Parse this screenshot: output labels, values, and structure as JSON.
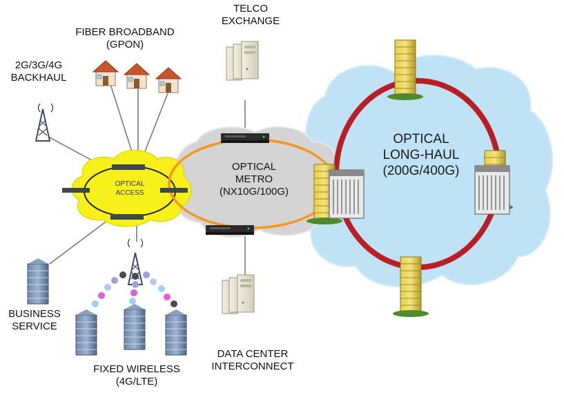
{
  "labels": {
    "telco": [
      "TELCO",
      "EXCHANGE"
    ],
    "fiber": [
      "FIBER BROADBAND",
      "(GPON)"
    ],
    "backhaul": [
      "2G/3G/4G",
      "BACKHAUL"
    ],
    "access": [
      "OPTICAL",
      "ACCESS"
    ],
    "metro": [
      "OPTICAL",
      "METRO",
      "(NX10G/100G)"
    ],
    "longhaul": [
      "OPTICAL",
      "LONG-HAUL",
      "(200G/400G)"
    ],
    "business": [
      "BUSINESS",
      "SERVICE"
    ],
    "wireless": [
      "FIXED WIRELESS",
      "(4G/LTE)"
    ],
    "datacenter": [
      "DATA CENTER",
      "INTERCONNECT"
    ]
  },
  "colors": {
    "access_cloud": "#f7f01a",
    "metro_cloud": "#d4d4d4",
    "longhaul_cloud": "#bfe3f5",
    "metro_ring": "#f5961e",
    "longhaul_ring": "#b81e24",
    "link": "#7a7a7a",
    "house_roof": "#c9542a",
    "building": "#e8cf4a",
    "tower": "#3b4a6b"
  },
  "icons": [
    "house-icon",
    "cell-tower-icon",
    "server-rack-icon",
    "network-switch-icon",
    "office-building-icon",
    "optical-node-icon"
  ]
}
